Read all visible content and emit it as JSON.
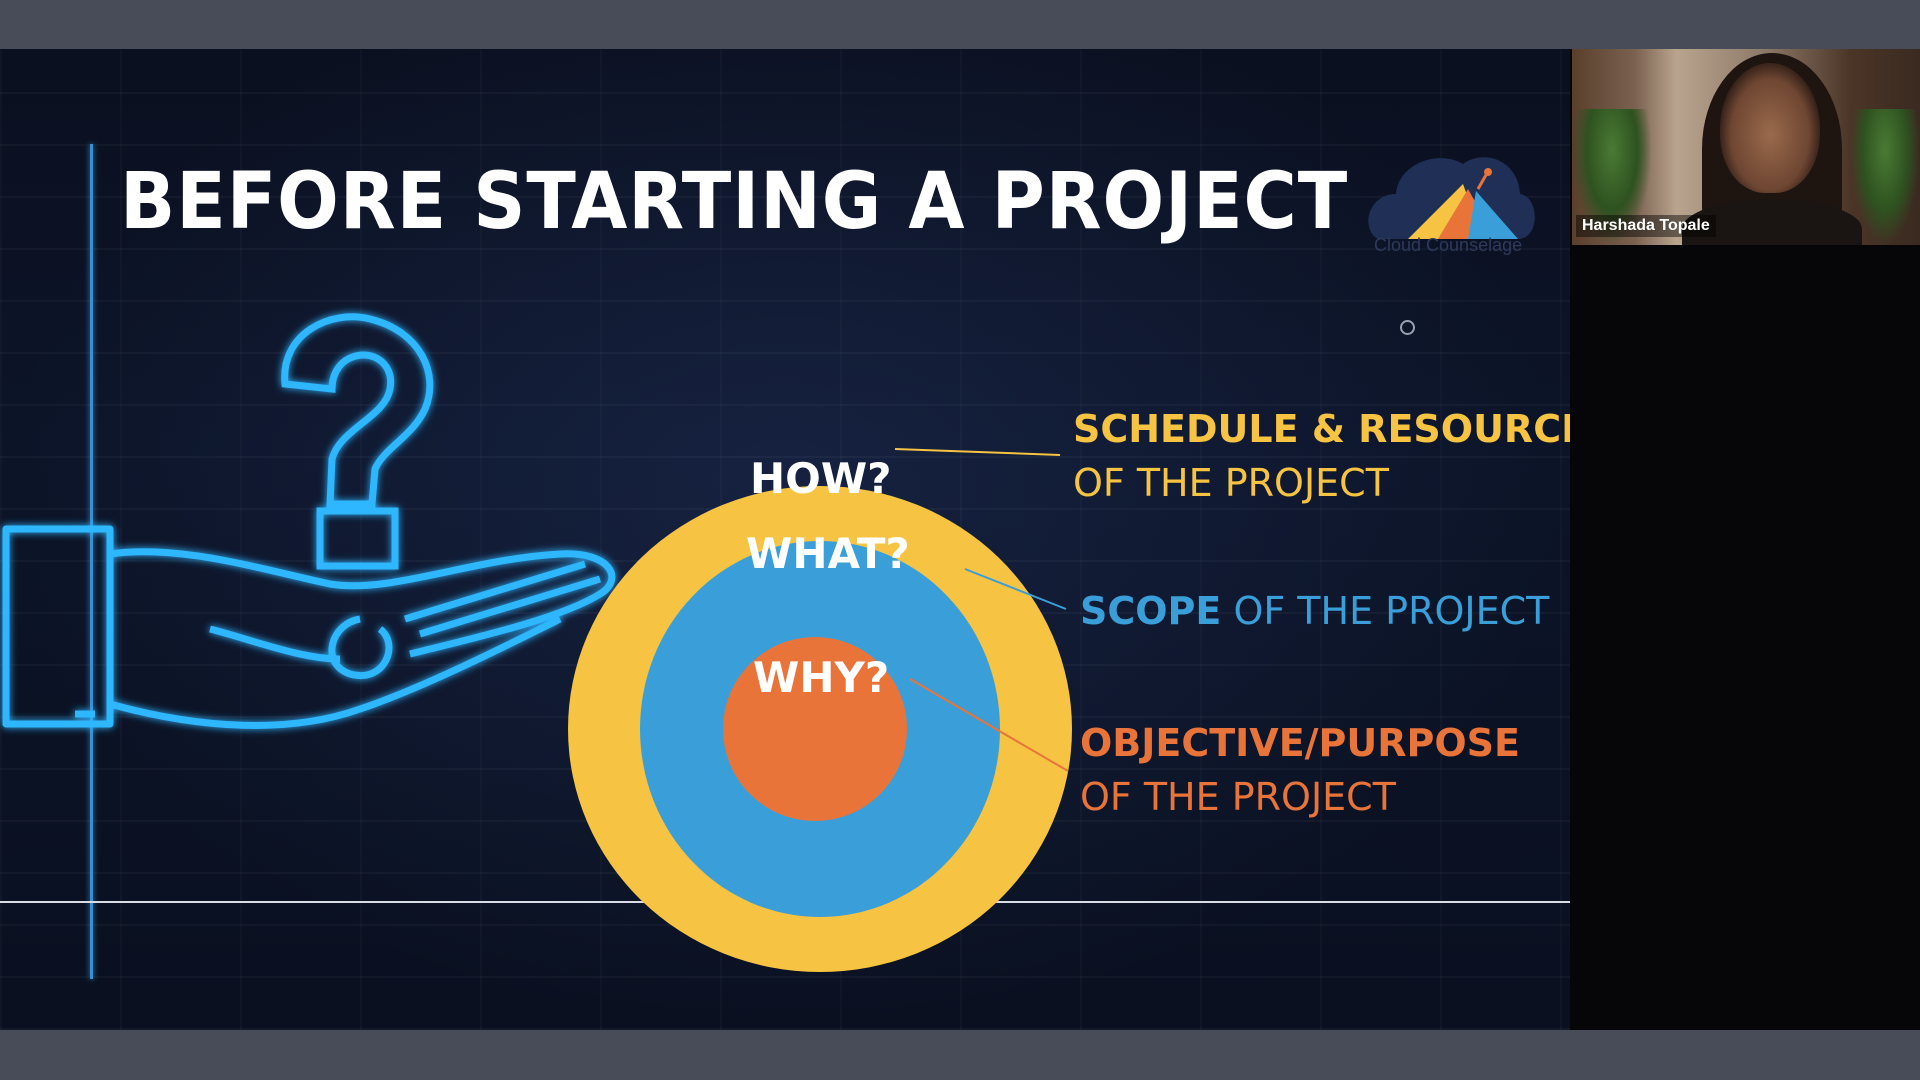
{
  "slide": {
    "title": "BEFORE STARTING A PROJECT",
    "logo_text": "Cloud Counselage",
    "rings": {
      "outer": "HOW?",
      "middle": "WHAT?",
      "inner": "WHY?"
    },
    "descriptions": {
      "schedule_strong": "SCHEDULE & RESOURCES",
      "schedule_rest": "OF THE PROJECT",
      "scope_strong": "SCOPE",
      "scope_rest": " OF THE PROJECT",
      "objective_strong": "OBJECTIVE/PURPOSE",
      "objective_rest": "OF THE PROJECT"
    }
  },
  "participant": {
    "name": "Harshada Topale"
  },
  "colors": {
    "yellow": "#f6c342",
    "blue": "#3a9fd8",
    "orange": "#e8743a",
    "neon": "#2fb6ff"
  },
  "icons": [
    "question-mark-icon",
    "open-hand-icon",
    "cloud-logo-icon"
  ]
}
